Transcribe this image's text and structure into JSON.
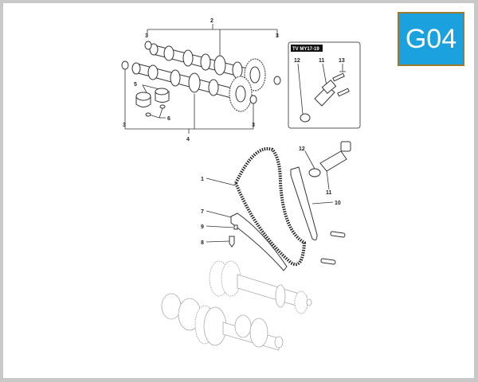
{
  "badge": {
    "code": "G04",
    "background": "#1ba1de",
    "border": "#a07a2c"
  },
  "inset": {
    "tag": "TV MY17-19",
    "labels": [
      "12",
      "11",
      "13"
    ]
  },
  "callouts": {
    "camshaft_group": [
      "2",
      "3",
      "3",
      "3",
      "3",
      "4",
      "5",
      "6"
    ],
    "chain_group": [
      "1",
      "7",
      "9",
      "8",
      "12",
      "11",
      "10"
    ]
  },
  "labels": {
    "l2": "2",
    "l3a": "3",
    "l3b": "3",
    "l3c": "3",
    "l3d": "3",
    "l4": "4",
    "l5": "5",
    "l6": "6",
    "l1": "1",
    "l7": "7",
    "l9": "9",
    "l8": "8",
    "l12": "12",
    "l11": "11",
    "l10": "10",
    "i12": "12",
    "i11": "11",
    "i13": "13"
  }
}
